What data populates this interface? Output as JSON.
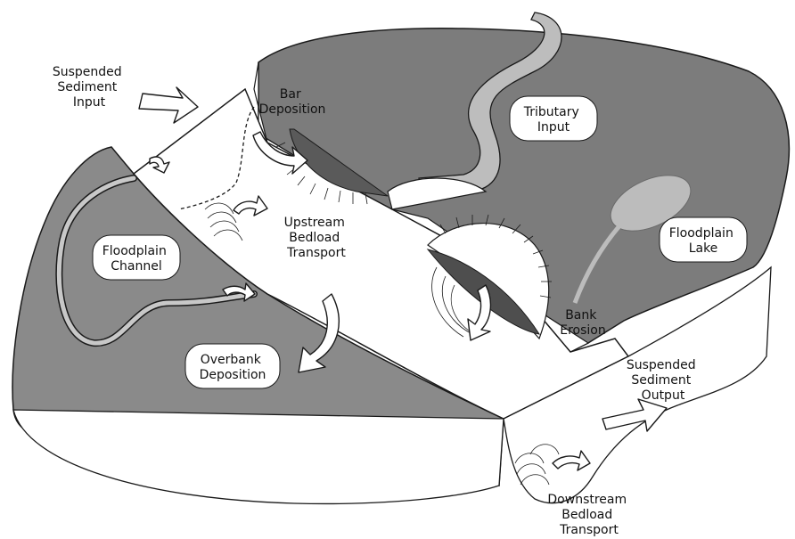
{
  "colors": {
    "background": "#ffffff",
    "floodplain": "#8a8a8a",
    "floodplain_right": "#7c7c7c",
    "channel_bed": "#ffffff",
    "tributary": "#bdbdbd",
    "floodplain_channel": "#c8c8c8",
    "bar_dark": "#5a5a5a",
    "erosion_dark": "#4e4e4e",
    "lake": "#bcbcbc",
    "outline": "#1a1a1a"
  },
  "labels": {
    "suspended_input": [
      "Suspended",
      "Sediment",
      "Input"
    ],
    "bar_deposition": [
      "Bar",
      "Deposition"
    ],
    "tributary_input": [
      "Tributary",
      "Input"
    ],
    "upstream_bedload": [
      "Upstream",
      "Bedload",
      "Transport"
    ],
    "floodplain_channel": [
      "Floodplain",
      "Channel"
    ],
    "floodplain_lake": [
      "Floodplain",
      "Lake"
    ],
    "overbank_deposition": [
      "Overbank",
      "Deposition"
    ],
    "bank_erosion": [
      "Bank",
      "Erosion"
    ],
    "suspended_output": [
      "Suspended",
      "Sediment",
      "Output"
    ],
    "downstream_bedload": [
      "Downstream",
      "Bedload",
      "Transport"
    ]
  }
}
